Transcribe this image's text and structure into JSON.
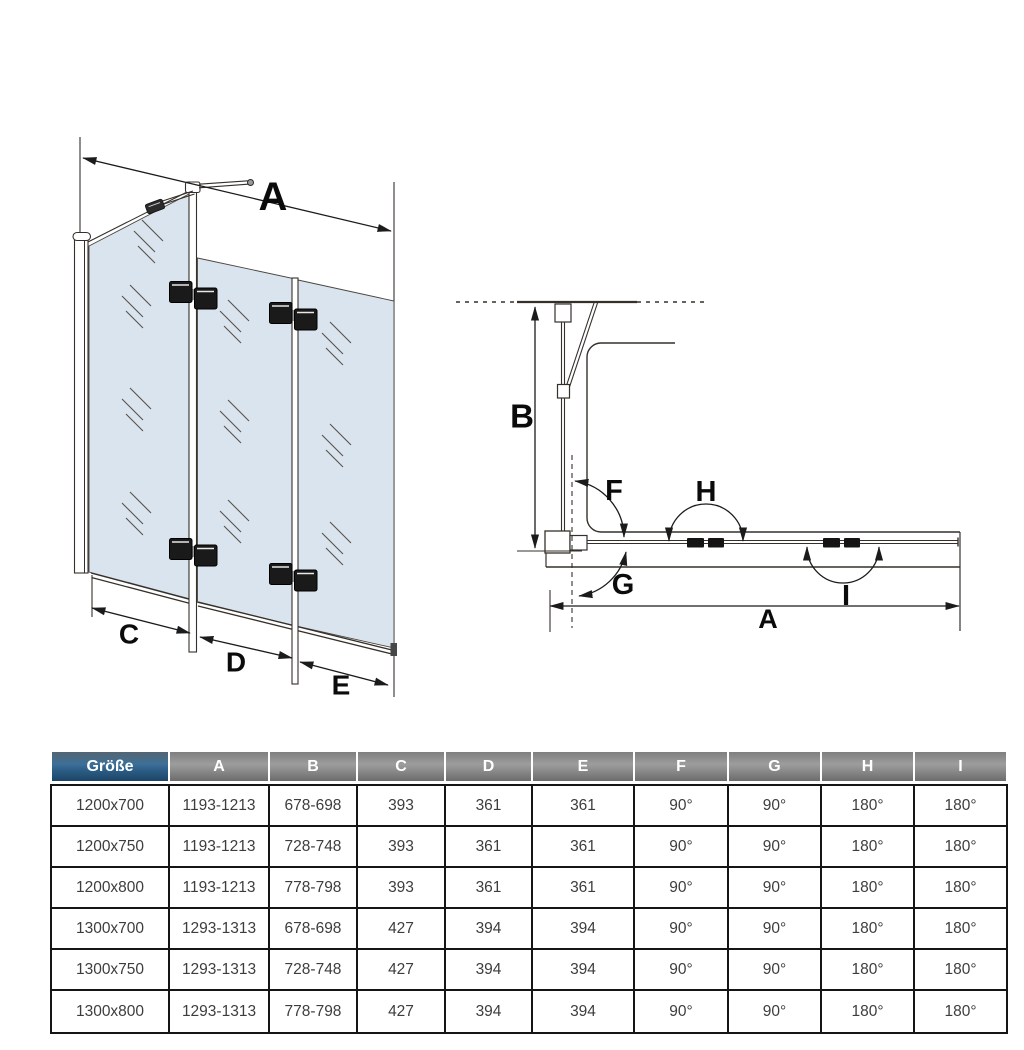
{
  "diagram_left": {
    "labels": {
      "a": "A",
      "c": "C",
      "d": "D",
      "e": "E"
    }
  },
  "diagram_right": {
    "labels": {
      "b": "B",
      "f": "F",
      "g": "G",
      "h": "H",
      "i": "I",
      "a": "A"
    }
  },
  "table": {
    "columns": [
      "Größe",
      "A",
      "B",
      "C",
      "D",
      "E",
      "F",
      "G",
      "H",
      "I"
    ],
    "rows": [
      [
        "1200x700",
        "1193-1213",
        "678-698",
        "393",
        "361",
        "361",
        "90°",
        "90°",
        "180°",
        "180°"
      ],
      [
        "1200x750",
        "1193-1213",
        "728-748",
        "393",
        "361",
        "361",
        "90°",
        "90°",
        "180°",
        "180°"
      ],
      [
        "1200x800",
        "1193-1213",
        "778-798",
        "393",
        "361",
        "361",
        "90°",
        "90°",
        "180°",
        "180°"
      ],
      [
        "1300x700",
        "1293-1313",
        "678-698",
        "427",
        "394",
        "394",
        "90°",
        "90°",
        "180°",
        "180°"
      ],
      [
        "1300x750",
        "1293-1313",
        "728-748",
        "427",
        "394",
        "394",
        "90°",
        "90°",
        "180°",
        "180°"
      ],
      [
        "1300x800",
        "1293-1313",
        "778-798",
        "427",
        "394",
        "394",
        "90°",
        "90°",
        "180°",
        "180°"
      ]
    ]
  },
  "colors": {
    "header_blue": "#2d5f88",
    "header_gray": "#8e8e8e",
    "glass": "#dae4ee",
    "line": "#35302a",
    "table_border": "#151515"
  }
}
